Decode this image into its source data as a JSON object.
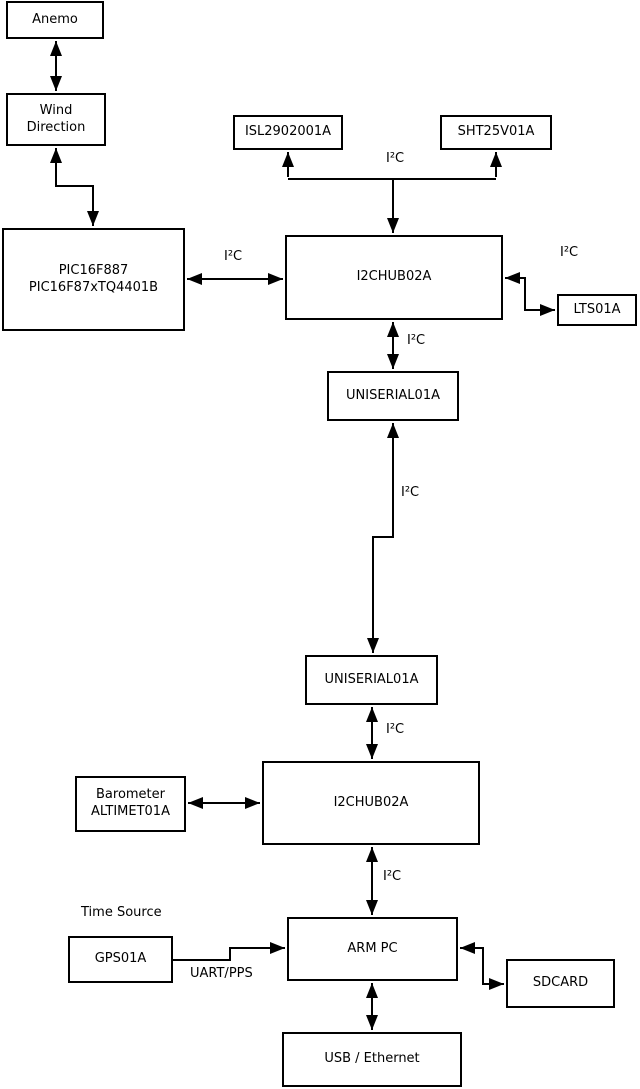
{
  "diagram": {
    "nodes": {
      "anemo": {
        "lines": [
          "Anemo"
        ]
      },
      "wind_direction": {
        "lines": [
          "Wind",
          "Direction"
        ]
      },
      "pic": {
        "lines": [
          "PIC16F887",
          "PIC16F87xTQ4401B"
        ]
      },
      "isl": {
        "lines": [
          "ISL2902001A"
        ]
      },
      "sht": {
        "lines": [
          "SHT25V01A"
        ]
      },
      "i2chub_top": {
        "lines": [
          "I2CHUB02A"
        ]
      },
      "lts": {
        "lines": [
          "LTS01A"
        ]
      },
      "uniserial_top": {
        "lines": [
          "UNISERIAL01A"
        ]
      },
      "uniserial_bottom": {
        "lines": [
          "UNISERIAL01A"
        ]
      },
      "i2chub_bottom": {
        "lines": [
          "I2CHUB02A"
        ]
      },
      "barometer": {
        "lines": [
          "Barometer",
          "ALTIMET01A"
        ]
      },
      "gps": {
        "lines": [
          "GPS01A"
        ]
      },
      "arm_pc": {
        "lines": [
          "ARM PC"
        ]
      },
      "sdcard": {
        "lines": [
          "SDCARD"
        ]
      },
      "usb_ethernet": {
        "lines": [
          "USB / Ethernet"
        ]
      }
    },
    "edge_labels": {
      "i2c": "I²C",
      "uart_pps": "UART/PPS",
      "time_source": "Time Source"
    },
    "colors": {
      "line": "#000000",
      "box_border": "#000000",
      "box_fill": "#ffffff",
      "background": "#ffffff"
    }
  }
}
